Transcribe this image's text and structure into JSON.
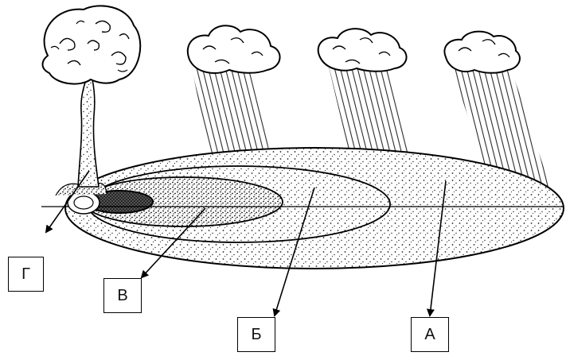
{
  "labels": {
    "a": "А",
    "b": "Б",
    "v": "В",
    "g": "Г"
  },
  "colors": {
    "ink": "#111111",
    "background": "#ffffff"
  }
}
